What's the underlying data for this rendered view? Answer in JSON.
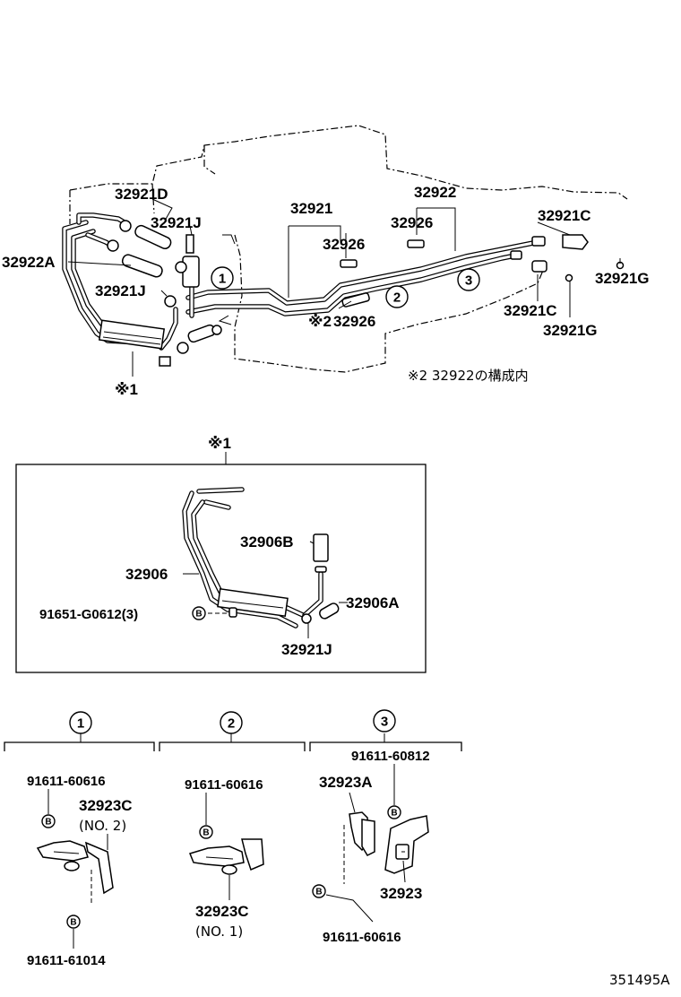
{
  "labels": {
    "l32921D": "32921D",
    "l32921J_top": "32921J",
    "l32922A": "32922A",
    "l32921J_mid": "32921J",
    "l32921": "32921",
    "l32922": "32922",
    "l32926_a": "32926",
    "l32926_b": "32926",
    "l32926_c": "32926",
    "l32921C_top": "32921C",
    "l32921C_bot": "32921C",
    "l32921G_right": "32921G",
    "l32921G_bot": "32921G",
    "note_mark_1": "※1",
    "note_mark_2": "※2",
    "note_2_text": "※2 32922の構成内"
  },
  "callouts": {
    "c1": "1",
    "c2": "2",
    "c3": "3"
  },
  "detail_box": {
    "title": "※1",
    "l32906B": "32906B",
    "l32906": "32906",
    "l32906A": "32906A",
    "l91651": "91651-G0612(3)",
    "l32921J": "32921J",
    "bolt": "B"
  },
  "clamps": {
    "group1": {
      "num": "1",
      "bolt_top": "91611-60616",
      "part": "32923C",
      "part_note": "(NO. 2)",
      "bolt_bottom": "91611-61014"
    },
    "group2": {
      "num": "2",
      "bolt_top": "91611-60616",
      "part": "32923C",
      "part_note": "(NO. 1)"
    },
    "group3": {
      "num": "3",
      "bolt_top": "91611-60812",
      "part_a": "32923A",
      "part_b": "32923",
      "bolt_bottom": "91611-60616"
    },
    "bolt": "B"
  },
  "figure_code": "351495A"
}
